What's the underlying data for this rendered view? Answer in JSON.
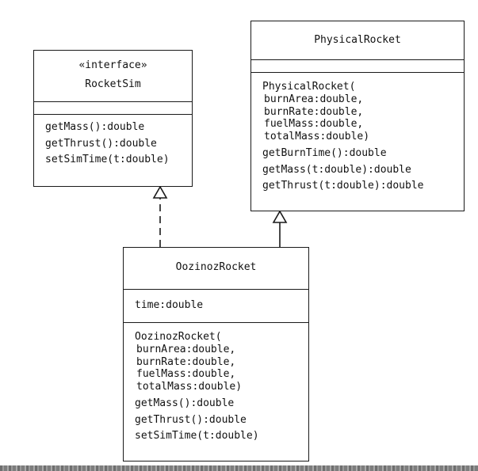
{
  "rocketsim": {
    "stereotype": "«interface»",
    "name": "RocketSim",
    "methods": [
      "getMass():double",
      "getThrust():double",
      "setSimTime(t:double)"
    ]
  },
  "physical": {
    "name": "PhysicalRocket",
    "ctor_head": "PhysicalRocket(",
    "ctor_params": [
      "burnArea:double,",
      "burnRate:double,",
      "fuelMass:double,",
      "totalMass:double)"
    ],
    "methods": [
      "getBurnTime():double",
      "getMass(t:double):double",
      "getThrust(t:double):double"
    ]
  },
  "oozinoz": {
    "name": "OozinozRocket",
    "fields": [
      "time:double"
    ],
    "ctor_head": "OozinozRocket(",
    "ctor_params": [
      "burnArea:double,",
      "burnRate:double,",
      "fuelMass:double,",
      "totalMass:double)"
    ],
    "methods": [
      "getMass():double",
      "getThrust():double",
      "setSimTime(t:double)"
    ]
  },
  "relations": [
    {
      "from": "OozinozRocket",
      "to": "RocketSim",
      "kind": "realization"
    },
    {
      "from": "OozinozRocket",
      "to": "PhysicalRocket",
      "kind": "generalization"
    }
  ]
}
